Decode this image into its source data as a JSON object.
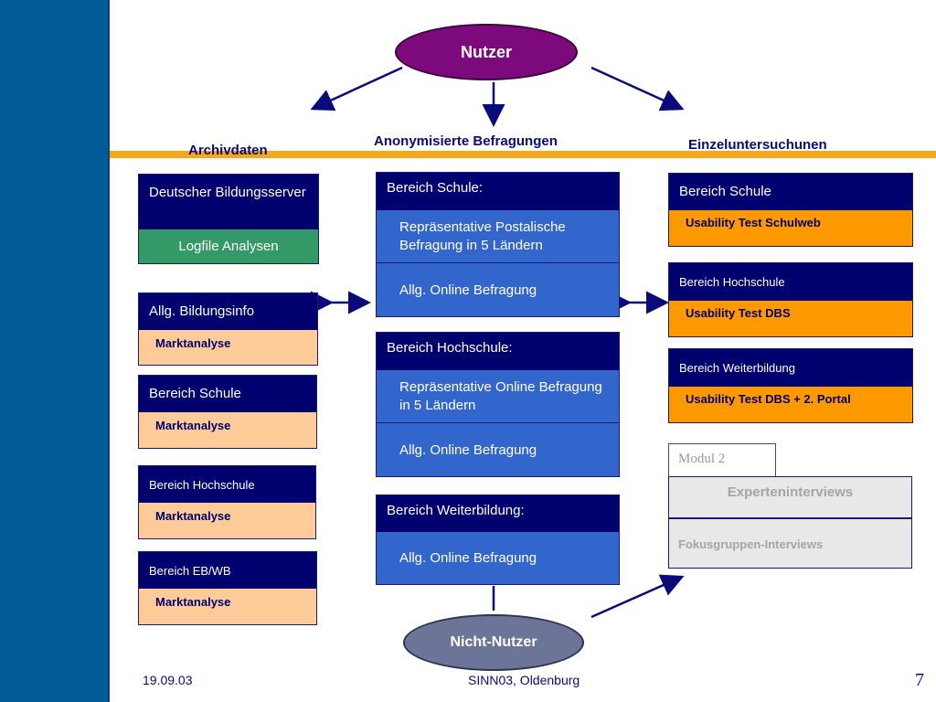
{
  "ellipses": {
    "user": "Nutzer",
    "non_user": "Nicht-Nutzer"
  },
  "columns": {
    "left": "Archivdaten",
    "center": "Anonymisierte Befragungen",
    "right": "Einzeluntersuchunen"
  },
  "left": {
    "dbs_title": "Deutscher Bildungsserver",
    "dbs_sub": "Logfile Analysen",
    "info_title": "Allg. Bildungsinfo",
    "info_sub": "Marktanalyse",
    "schule_title": "Bereich Schule",
    "schule_sub": "Marktanalyse",
    "hs_title": "Bereich Hochschule",
    "hs_sub": "Marktanalyse",
    "ebwb_title": "Bereich EB/WB",
    "ebwb_sub": "Marktanalyse"
  },
  "center": {
    "schule_title": "Bereich Schule:",
    "schule_item1": "Repräsentative Postalische Befragung in 5 Ländern",
    "schule_item2": "Allg. Online Befragung",
    "hs_title": "Bereich Hochschule:",
    "hs_item1": "Repräsentative Online Befragung in 5 Ländern",
    "hs_item2": "Allg. Online Befragung",
    "wb_title": "Bereich Weiterbildung:",
    "wb_item1": "Allg. Online Befragung"
  },
  "right": {
    "schule_title": "Bereich Schule",
    "schule_sub": "Usability Test Schulweb",
    "hs_title": "Bereich Hochschule",
    "hs_sub": "Usability Test DBS",
    "wb_title": "Bereich Weiterbildung",
    "wb_sub": "Usability Test DBS + 2. Portal",
    "modul": "Modul 2",
    "experten": "Experteninterviews",
    "fokus": "Fokusgruppen-Interviews"
  },
  "footer": {
    "date": "19.09.03",
    "event": "SINN03, Oldenburg",
    "page": "7"
  },
  "colors": {
    "sidebar": "#005b96",
    "rule": "#f5a81c",
    "navy": "#00006e",
    "peach": "#ffcc99",
    "orange": "#ff9900",
    "blue": "#3366cc",
    "green": "#339966",
    "purple": "#7c0a7c",
    "slate": "#6c7598"
  }
}
